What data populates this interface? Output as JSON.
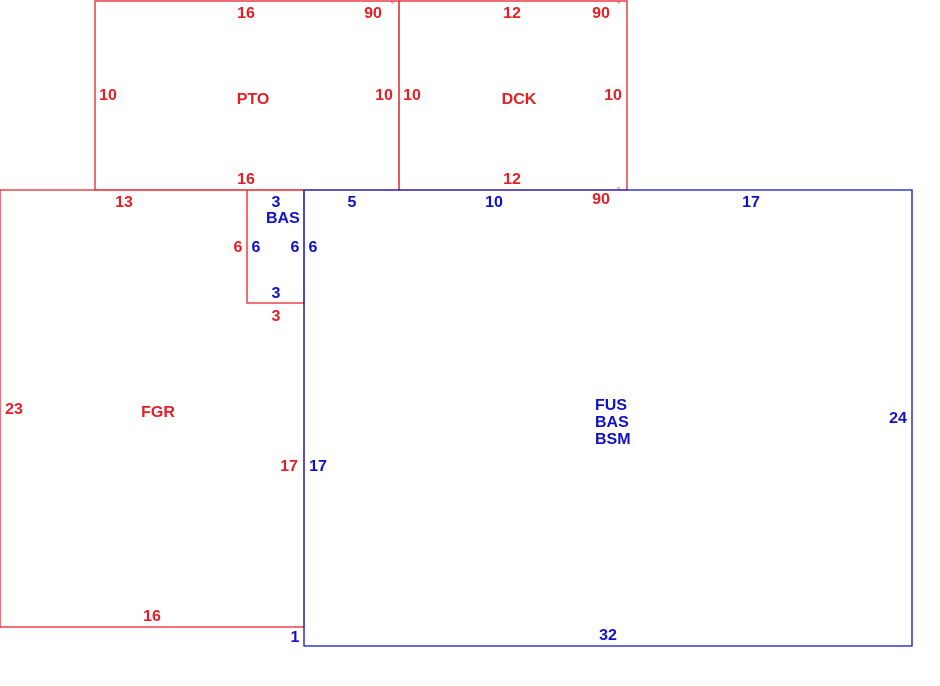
{
  "colors": {
    "red": "#e31f26",
    "blue": "#1010c8",
    "background": "#ffffff"
  },
  "areas": {
    "pto": {
      "label": "PTO",
      "top": "16",
      "left": "10",
      "right": "10",
      "bottom": "16",
      "angle": "90",
      "angle_unit": "°"
    },
    "dck": {
      "label": "DCK",
      "top": "12",
      "left": "10",
      "right": "10",
      "bottom": "12",
      "angle_top": "90",
      "angle_bottom": "90",
      "angle_unit": "°"
    },
    "fgr": {
      "label": "FGR",
      "top": "13",
      "left": "23",
      "right": "17",
      "bottom": "16",
      "notch_side": "6",
      "notch_bottom": "3"
    },
    "bas_bump": {
      "label": "BAS",
      "top": "3",
      "left": "6",
      "right": "6",
      "bottom": "3"
    },
    "main": {
      "labels": [
        "FUS",
        "BAS",
        "BSM"
      ],
      "top_left": "5",
      "top_middle": "10",
      "top_right": "17",
      "right": "24",
      "bottom": "32",
      "left": "17",
      "right_of_bump": "6",
      "corner_jog": "1"
    }
  }
}
